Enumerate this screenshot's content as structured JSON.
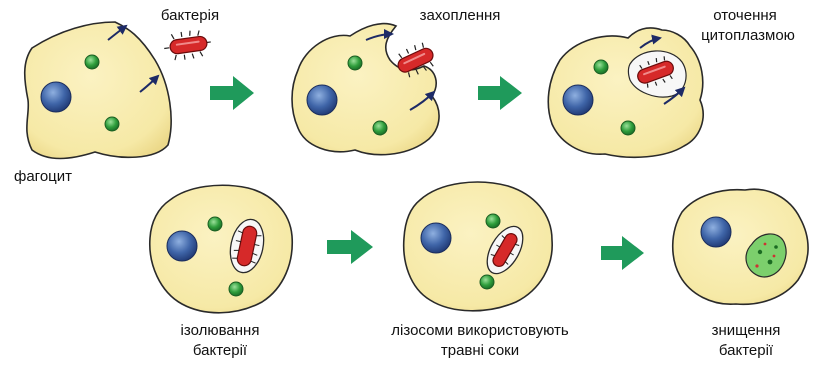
{
  "colors": {
    "cell_fill": "#f6e9a6",
    "cell_stroke": "#2a2a2a",
    "nucleus": "#3f65a8",
    "granule": "#2f9e3c",
    "bacterium": "#d62929",
    "vacuole": "#f7f7f7",
    "arrow": "#1f9a5b",
    "flow_arrow": "#1d2a66"
  },
  "labels": {
    "bacterium": "бактерія",
    "phagocyte": "фагоцит",
    "capture": "захоплення",
    "surround_line1": "оточення",
    "surround_line2": "цитоплазмою",
    "isolation_line1": "ізолювання",
    "isolation_line2": "бактерії",
    "lysosomes_line1": "лізосоми використовують",
    "lysosomes_line2": "травні соки",
    "destroy_line1": "знищення",
    "destroy_line2": "бактерії"
  },
  "stages": [
    "initial",
    "capture",
    "surround",
    "isolation",
    "lysosomes",
    "destroy"
  ]
}
